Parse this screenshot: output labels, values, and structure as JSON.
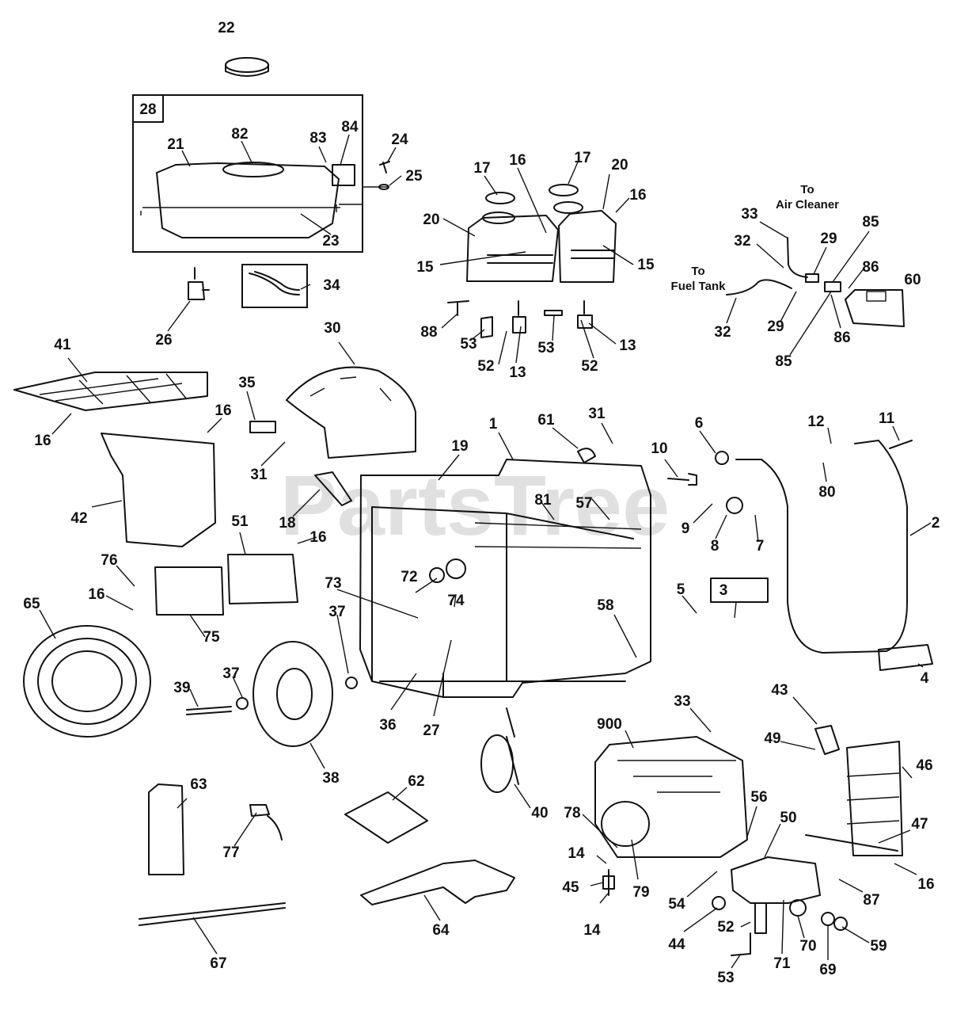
{
  "watermark": "PartsTree",
  "notes": {
    "to_air_cleaner_line1": "To",
    "to_air_cleaner_line2": "Air Cleaner",
    "to_fuel_tank_line1": "To",
    "to_fuel_tank_line2": "Fuel Tank"
  },
  "boxed_labels": [
    "28"
  ],
  "callouts": [
    {
      "id": "c22",
      "text": "22"
    },
    {
      "id": "c28",
      "text": "28"
    },
    {
      "id": "c21",
      "text": "21"
    },
    {
      "id": "c82",
      "text": "82"
    },
    {
      "id": "c83",
      "text": "83"
    },
    {
      "id": "c84",
      "text": "84"
    },
    {
      "id": "c23",
      "text": "23"
    },
    {
      "id": "c24",
      "text": "24"
    },
    {
      "id": "c25",
      "text": "25"
    },
    {
      "id": "c26",
      "text": "26"
    },
    {
      "id": "c34",
      "text": "34"
    },
    {
      "id": "c17a",
      "text": "17"
    },
    {
      "id": "c16a",
      "text": "16"
    },
    {
      "id": "c17b",
      "text": "17"
    },
    {
      "id": "c20a",
      "text": "20"
    },
    {
      "id": "c16b",
      "text": "16"
    },
    {
      "id": "c20b",
      "text": "20"
    },
    {
      "id": "c15a",
      "text": "15"
    },
    {
      "id": "c15b",
      "text": "15"
    },
    {
      "id": "c88",
      "text": "88"
    },
    {
      "id": "c53a",
      "text": "53"
    },
    {
      "id": "c52a",
      "text": "52"
    },
    {
      "id": "c13a",
      "text": "13"
    },
    {
      "id": "c53b",
      "text": "53"
    },
    {
      "id": "c52b",
      "text": "52"
    },
    {
      "id": "c13b",
      "text": "13"
    },
    {
      "id": "c33a",
      "text": "33"
    },
    {
      "id": "c32a",
      "text": "32"
    },
    {
      "id": "c29a",
      "text": "29"
    },
    {
      "id": "c85a",
      "text": "85"
    },
    {
      "id": "c86a",
      "text": "86"
    },
    {
      "id": "c60",
      "text": "60"
    },
    {
      "id": "c32b",
      "text": "32"
    },
    {
      "id": "c29b",
      "text": "29"
    },
    {
      "id": "c85b",
      "text": "85"
    },
    {
      "id": "c86b",
      "text": "86"
    },
    {
      "id": "c41",
      "text": "41"
    },
    {
      "id": "c16c",
      "text": "16"
    },
    {
      "id": "c30",
      "text": "30"
    },
    {
      "id": "c35",
      "text": "35"
    },
    {
      "id": "c16d",
      "text": "16"
    },
    {
      "id": "c42",
      "text": "42"
    },
    {
      "id": "c31a",
      "text": "31"
    },
    {
      "id": "c18",
      "text": "18"
    },
    {
      "id": "c19",
      "text": "19"
    },
    {
      "id": "c1",
      "text": "1"
    },
    {
      "id": "c61",
      "text": "61"
    },
    {
      "id": "c31b",
      "text": "31"
    },
    {
      "id": "c10",
      "text": "10"
    },
    {
      "id": "c6",
      "text": "6"
    },
    {
      "id": "c12",
      "text": "12"
    },
    {
      "id": "c11",
      "text": "11"
    },
    {
      "id": "c80",
      "text": "80"
    },
    {
      "id": "c81",
      "text": "81"
    },
    {
      "id": "c57",
      "text": "57"
    },
    {
      "id": "c9",
      "text": "9"
    },
    {
      "id": "c8",
      "text": "8"
    },
    {
      "id": "c7",
      "text": "7"
    },
    {
      "id": "c2",
      "text": "2"
    },
    {
      "id": "c51",
      "text": "51"
    },
    {
      "id": "c16e",
      "text": "16"
    },
    {
      "id": "c76",
      "text": "76"
    },
    {
      "id": "c16f",
      "text": "16"
    },
    {
      "id": "c75",
      "text": "75"
    },
    {
      "id": "c73",
      "text": "73"
    },
    {
      "id": "c72",
      "text": "72"
    },
    {
      "id": "c74",
      "text": "74"
    },
    {
      "id": "c58",
      "text": "58"
    },
    {
      "id": "c5",
      "text": "5"
    },
    {
      "id": "c3",
      "text": "3"
    },
    {
      "id": "c4",
      "text": "4"
    },
    {
      "id": "c65",
      "text": "65"
    },
    {
      "id": "c37a",
      "text": "37"
    },
    {
      "id": "c37b",
      "text": "37"
    },
    {
      "id": "c39",
      "text": "39"
    },
    {
      "id": "c36",
      "text": "36"
    },
    {
      "id": "c27",
      "text": "27"
    },
    {
      "id": "c38",
      "text": "38"
    },
    {
      "id": "c33b",
      "text": "33"
    },
    {
      "id": "c900",
      "text": "900"
    },
    {
      "id": "c43",
      "text": "43"
    },
    {
      "id": "c49",
      "text": "49"
    },
    {
      "id": "c46",
      "text": "46"
    },
    {
      "id": "c40",
      "text": "40"
    },
    {
      "id": "c63",
      "text": "63"
    },
    {
      "id": "c62",
      "text": "62"
    },
    {
      "id": "c77",
      "text": "77"
    },
    {
      "id": "c78",
      "text": "78"
    },
    {
      "id": "c56",
      "text": "56"
    },
    {
      "id": "c50",
      "text": "50"
    },
    {
      "id": "c47",
      "text": "47"
    },
    {
      "id": "c14a",
      "text": "14"
    },
    {
      "id": "c45",
      "text": "45"
    },
    {
      "id": "c79",
      "text": "79"
    },
    {
      "id": "c54",
      "text": "54"
    },
    {
      "id": "c87",
      "text": "87"
    },
    {
      "id": "c16g",
      "text": "16"
    },
    {
      "id": "c14b",
      "text": "14"
    },
    {
      "id": "c64",
      "text": "64"
    },
    {
      "id": "c44",
      "text": "44"
    },
    {
      "id": "c52c",
      "text": "52"
    },
    {
      "id": "c70",
      "text": "70"
    },
    {
      "id": "c59",
      "text": "59"
    },
    {
      "id": "c71",
      "text": "71"
    },
    {
      "id": "c69",
      "text": "69"
    },
    {
      "id": "c53c",
      "text": "53"
    },
    {
      "id": "c67",
      "text": "67"
    }
  ]
}
